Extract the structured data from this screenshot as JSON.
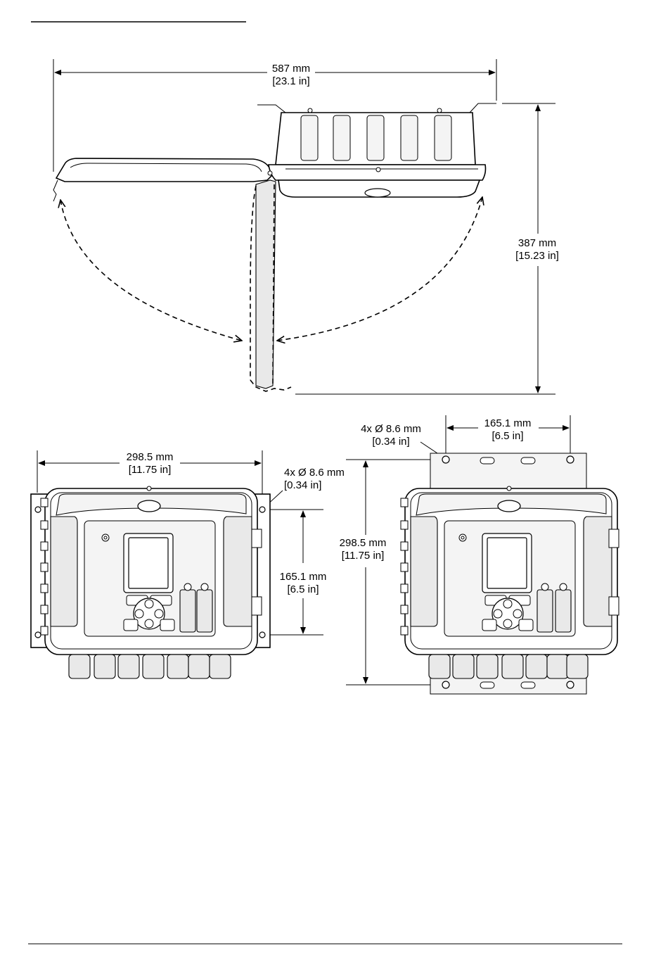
{
  "top_view": {
    "width_mm": "587 mm",
    "width_in": "[23.1 in]",
    "height_mm": "387 mm",
    "height_in": "[15.23 in]"
  },
  "front_view_left": {
    "width_mm": "298.5 mm",
    "width_in": "[11.75 in]",
    "holes_label": "4x Ø 8.6 mm",
    "holes_in": "[0.34 in]",
    "spacing_mm": "165.1 mm",
    "spacing_in": "[6.5 in]"
  },
  "front_view_right": {
    "spacing_mm": "165.1 mm",
    "spacing_in": "[6.5 in]",
    "holes_label": "4x Ø 8.6 mm",
    "holes_in": "[0.34 in]",
    "height_mm": "298.5 mm",
    "height_in": "[11.75 in]"
  }
}
